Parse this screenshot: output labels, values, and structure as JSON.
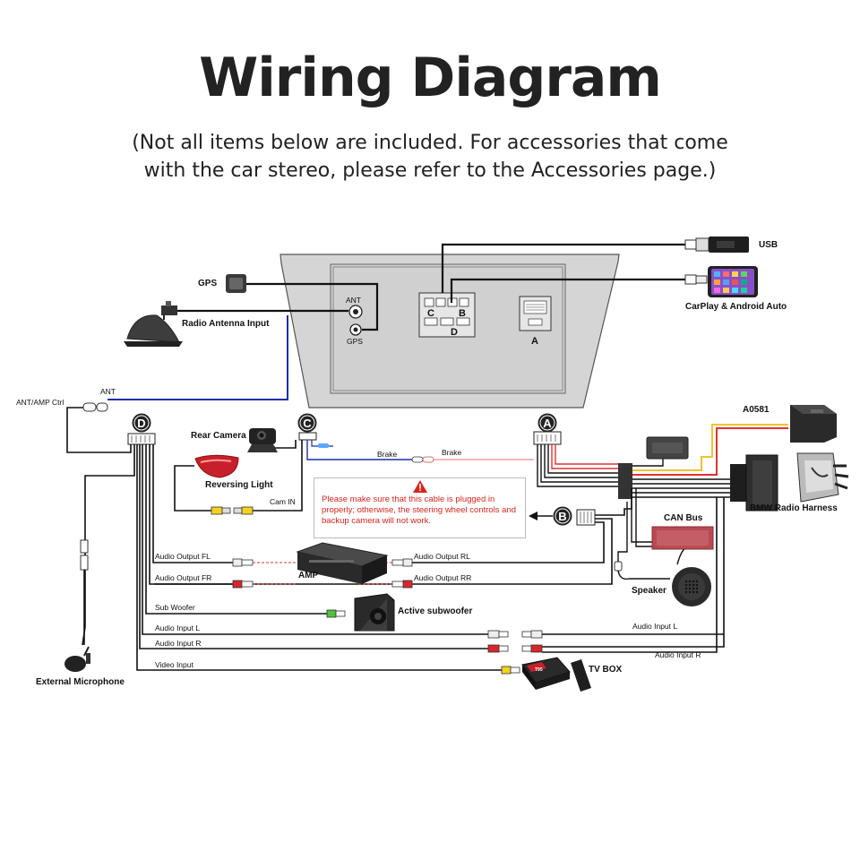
{
  "header": {
    "title": "Wiring Diagram",
    "subtitle_line1": "(Not all items below are included. For accessories that come",
    "subtitle_line2": "with the car stereo, please refer to the Accessories page.)"
  },
  "head_unit": {
    "port_ant": "ANT",
    "port_gps": "GPS",
    "port_c": "C",
    "port_b": "B",
    "port_d": "D",
    "port_a": "A"
  },
  "connectors": {
    "a": "A",
    "b": "B",
    "c": "C",
    "d": "D"
  },
  "labels": {
    "usb": "USB",
    "carplay": "CarPlay & Android Auto",
    "gps": "GPS",
    "radio_antenna_input": "Radio Antenna Input",
    "ant_amp_ctrl": "ANT/AMP Ctrl",
    "ant": "ANT",
    "rear_camera": "Rear Camera",
    "reversing_light": "Reversing Light",
    "cam_in": "Cam IN",
    "brake_left": "Brake",
    "brake_right": "Brake",
    "a0581": "A0581",
    "bmw_radio_harness": "BMW Radio Harness",
    "can_bus": "CAN Bus",
    "speaker": "Speaker",
    "audio_output_fl": "Audio Output FL",
    "audio_output_fr": "Audio Output FR",
    "audio_output_rl": "Audio Output RL",
    "audio_output_rr": "Audio Output RR",
    "amp": "AMP",
    "sub_woofer": "Sub Woofer",
    "active_subwoofer": "Active subwoofer",
    "audio_input_l_left": "Audio Input L",
    "audio_input_r_left": "Audio Input R",
    "audio_input_l_right": "Audio Input L",
    "audio_input_r_right": "Audio Input R",
    "video_input": "Video Input",
    "tv_box": "TV BOX",
    "tv_box_brand": "T95",
    "external_microphone": "External Microphone"
  },
  "warning": {
    "text": "Please make sure that this cable is plugged in properly; otherwise, the steering wheel controls and backup camera will not work."
  },
  "colors": {
    "wire": "#111111",
    "antenna_wire": "#1a2fa8",
    "warning_red": "#d9251c",
    "red_wire": "#e03030",
    "yellow_wire": "#f2c230",
    "rca_yellow": "#f4d21f",
    "rca_red": "#d9262b",
    "rca_white": "#eeeeee",
    "rca_green": "#4cc43a",
    "can_bus_box": "#b84a52",
    "head_unit_fill": "#d5d5d5"
  }
}
